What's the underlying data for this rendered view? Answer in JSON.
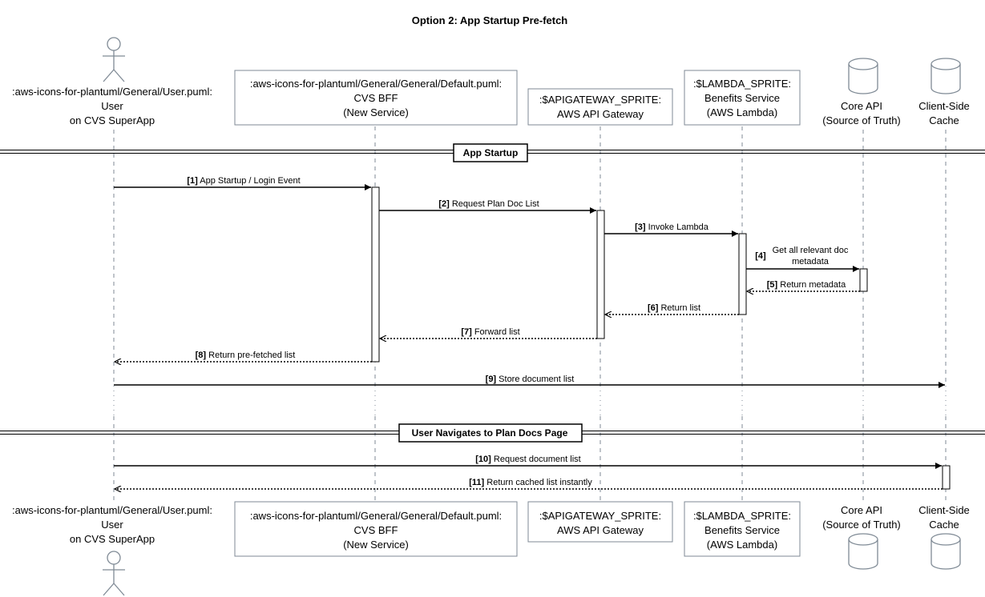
{
  "title": "Option 2: App Startup Pre-fetch",
  "participants": {
    "user": {
      "lines": [
        ":aws-icons-for-plantuml/General/User.puml:",
        "User",
        "on CVS SuperApp"
      ]
    },
    "bff": {
      "lines": [
        ":aws-icons-for-plantuml/General/General/Default.puml:",
        "CVS BFF",
        "(New Service)"
      ]
    },
    "apigw": {
      "lines": [
        ":$APIGATEWAY_SPRITE:",
        "AWS API Gateway"
      ]
    },
    "lambda": {
      "lines": [
        ":$LAMBDA_SPRITE:",
        "Benefits Service",
        "(AWS Lambda)"
      ]
    },
    "core": {
      "lines": [
        "Core API",
        "(Source of Truth)"
      ]
    },
    "cache": {
      "lines": [
        "Client-Side",
        "Cache"
      ]
    }
  },
  "dividers": [
    "App Startup",
    "User Navigates to Plan Docs Page"
  ],
  "messages": [
    {
      "num": "[1]",
      "label": "App Startup / Login Event"
    },
    {
      "num": "[2]",
      "label": "Request Plan Doc List"
    },
    {
      "num": "[3]",
      "label": "Invoke Lambda"
    },
    {
      "num": "[4]",
      "label": "Get all relevant doc",
      "label2": "metadata"
    },
    {
      "num": "[5]",
      "label": "Return metadata"
    },
    {
      "num": "[6]",
      "label": "Return list"
    },
    {
      "num": "[7]",
      "label": "Forward list"
    },
    {
      "num": "[8]",
      "label": "Return pre-fetched list"
    },
    {
      "num": "[9]",
      "label": "Store document list"
    },
    {
      "num": "[10]",
      "label": "Request document list"
    },
    {
      "num": "[11]",
      "label": "Return cached list instantly"
    }
  ],
  "colors": {
    "line": "#000000",
    "box_border": "#7f8a95",
    "lifeline": "#7f8a95"
  }
}
